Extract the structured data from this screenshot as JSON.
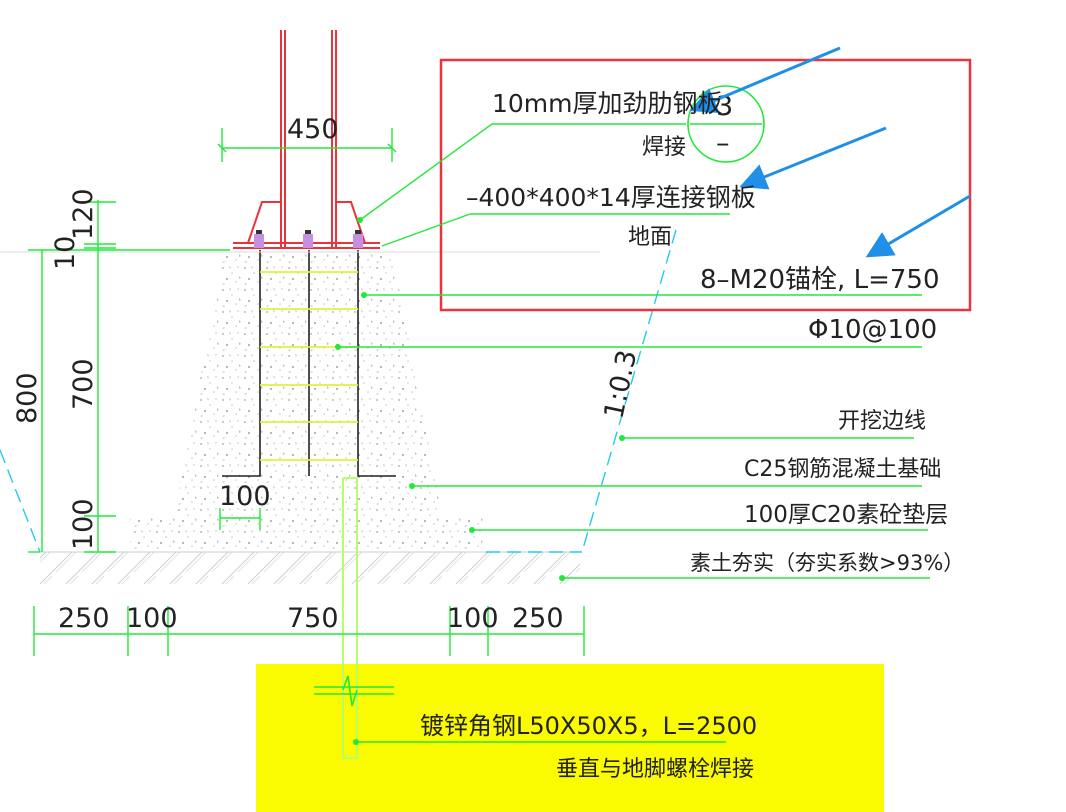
{
  "dimensions": {
    "top_width": "450",
    "h120": "120",
    "h10": "10",
    "h700": "700",
    "h800": "800",
    "h100_left": "100",
    "w100_inner": "100",
    "bottom": [
      "250",
      "100",
      "750",
      "100",
      "250"
    ],
    "slope": "1:0.3"
  },
  "callout": {
    "rib_plate": "10mm厚加劲肋钢板",
    "weld": "焊接",
    "weld_symbol_top": "3",
    "weld_symbol_bottom": "–",
    "base_plate": "–400*400*14厚连接钢板",
    "ground": "地面",
    "anchor": "8–M20锚栓, L=750"
  },
  "labels": {
    "rebar": "Φ10@100",
    "excavation": "开挖边线",
    "concrete": "C25钢筋混凝土基础",
    "cushion": "100厚C20素砼垫层",
    "soil": "素土夯实（夯实系数>93%）"
  },
  "yellow_note": {
    "line1": "镀锌角钢L50X50X5，L=2500",
    "line2": "垂直与地脚螺栓焊接"
  },
  "colors": {
    "green": "#22e83a",
    "red": "#e8343a",
    "highlight_yellow": "#fafa00",
    "arrow_blue": "#1f8fe8",
    "cyan": "#26c8f0"
  }
}
